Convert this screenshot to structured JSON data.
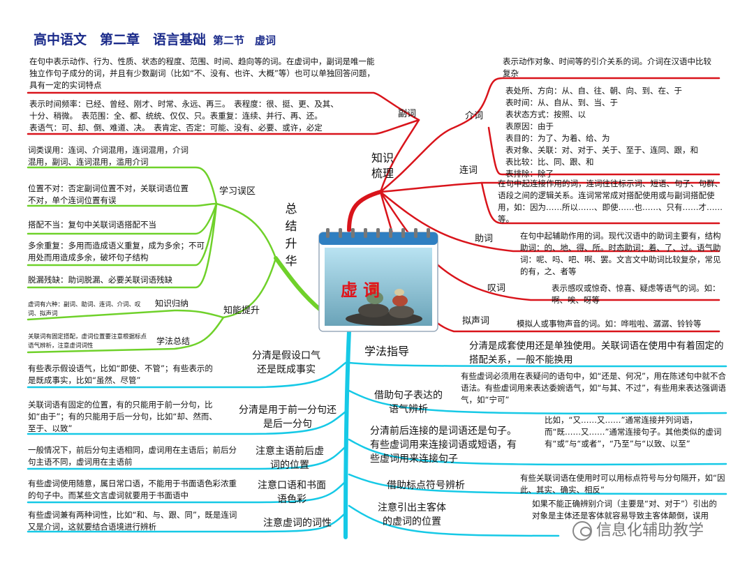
{
  "title": {
    "main": "高中语文　第二章　语言基础",
    "sub": "第二节　虚词"
  },
  "center": {
    "label": "虚词"
  },
  "colors": {
    "red": "#d9141b",
    "green": "#6fd12a",
    "cyan": "#16c9e6",
    "title": "#1a2a8a"
  },
  "main_branches": {
    "knowledge": "知识梳理",
    "summary": "总结升华",
    "method": "学法指导"
  },
  "knowledge": {
    "adverb": {
      "label": "副词",
      "desc": "在句中表示动作、行为、性质、状态的程度、范围、时间、趋向等的词。在虚词中，副词是唯一能独立作句子成分的词，并且有少数副词（比如“不、没有、也许、大概”等）也可以单独回答问题，具有一定的实词特点",
      "detail_lines": [
        "表示时间频率：已经、曾经、刚才、时常、永远、再三。　表程度：很、挺、更、及其、",
        "十分、稍微。　表范围：全、都、统统、仅仅、只。表重复：连续、并行、再、还。",
        "表语气：可、却、倒、难道、决。　表肯定、否定：可能、没有、必要、或许，必定"
      ]
    },
    "preposition": {
      "label": "介词",
      "desc": "表示动作对象、时间等的引介关系的词。介词在汉语中比较复杂",
      "detail_lines": [
        "表处所、方向：从、自、往、朝、向、到、在、于",
        "表时间：从、自从、到、当、于",
        "表状态方式：按照、以",
        "表原因：由于",
        "表目的：为了、为着、给、为",
        "表对象、关联：对、对于、关于、至于、连同、跟，和",
        "表比较：比、同、跟、和",
        "表排除：除了"
      ]
    },
    "conjunction": {
      "label": "连词",
      "desc": "在句中起连接作用的词，连词往往标示词、短语、句子、句群、语段之间的逻辑关系。连词常常成对搭配使用或与副词搭配使用，如：因为……所以……、即使……也……、只有……才……等。"
    },
    "particle": {
      "label": "助词",
      "desc": "在句中起辅助作用的词。现代汉语中的助词主要有，结构助词：的、地、得、所。时态助词：着、了、过。语气助词：呢、吗、吧、啊、罢。文言文中助词比较复杂，常见的有，之、者等"
    },
    "interjection": {
      "label": "叹词",
      "desc": "表示感叹或惊奇、惊喜、疑虑等语气的词。如：啊、唉、呀等"
    },
    "onomatopoeia": {
      "label": "拟声词",
      "desc": "模拟人或事物声音的词。如：哗啦啦、潺潺、铃铃等"
    }
  },
  "summary": {
    "errors": {
      "label": "学习误区",
      "items": [
        "词类误用：连词、介词混用，连词混用，介词混用，副词、连词混用，滥用介词",
        "位置不对：否定副词位置不对，关联词语位置不对，单个连词位置有误",
        "搭配不当：复句中关联词语搭配不当",
        "多余重复：多用而造成语义重复，成为多余；不可用处而用造成多余，破坏句子结构",
        "脱漏残缺：助词脱漏、必要关联词语残缺"
      ]
    },
    "ability": {
      "label": "知能提升",
      "sub1_label": "知识归纳",
      "sub1_text": "虚词有六种：副词、助词、连词、介词、叹词、拟声词",
      "sub2_label": "学法总结",
      "sub2_text": "关联词有固定搭配，虚词位置要注意根据标点语气辨析，注意虚词词性"
    }
  },
  "method": {
    "left": [
      {
        "topic": "分清是假设口气还是既成事实",
        "text": "有些表示假设语气，比如“即使、不管”；有些表示的是既成事实，比如“虽然、尽管”"
      },
      {
        "topic": "分清是用于前一分句还是后一分句",
        "text": "关联词语有固定的位置，有的只能用于前一分句，比如“由于”；有的只能用于后一分句，比如“却、然而、至于、以致”"
      },
      {
        "topic": "注意主语前后虚词的位置",
        "text": "一般情况下，前后分句主语相同，虚词用在主语后；前后分句主语不同，虚词用在主语前"
      },
      {
        "topic": "注意口语和书面语色彩",
        "text": "有些虚词使用随意，属日常口语，不能用于书面语色彩浓重的句子中。而某些文言虚词就要用于书面语中"
      },
      {
        "topic": "注意虚词的词性",
        "text": "有些虚词兼有两种词性，比如“和、与、跟、同”，既是连词又是介词，这就要结合语境进行辨析"
      }
    ],
    "right": [
      {
        "topic": "分清是成套使用还是单独使用。关联词语在使用中有着固定的搭配关系，一般不能换用",
        "text": ""
      },
      {
        "topic": "借助句子表达的语气辨析",
        "text": "有些虚词必须用在表疑问的语句中，如“还是、何况”，用在陈述句中就不合语法。有些虚词用来表达委婉语气，如“与其、不过”，有些用来表达强调语气，如“宁可”"
      },
      {
        "topic": "分清前后连接的是词语还是句子。有些虚词用来连接词语或短语，有些虚词用来连接句子",
        "text": "比如，“又……又……”通常连接并列词语，而“既……又……”通常连接句子。其他类似的虚词有“或”与“或者”，“乃至”与“以致、以至”"
      },
      {
        "topic": "借助标点符号辨析",
        "text": "有些关联词语在使用时可以用标点符号与分句隔开，如“因此、其实、确实、相反”"
      },
      {
        "topic": "注意引出主客体的虚词的位置",
        "text": "如果不能正确辨别介词（主要是“对、对于”）引出的对象是主体还是客体就容易导致主客体颠倒，误用"
      }
    ]
  },
  "watermark": "信息化辅助教学"
}
